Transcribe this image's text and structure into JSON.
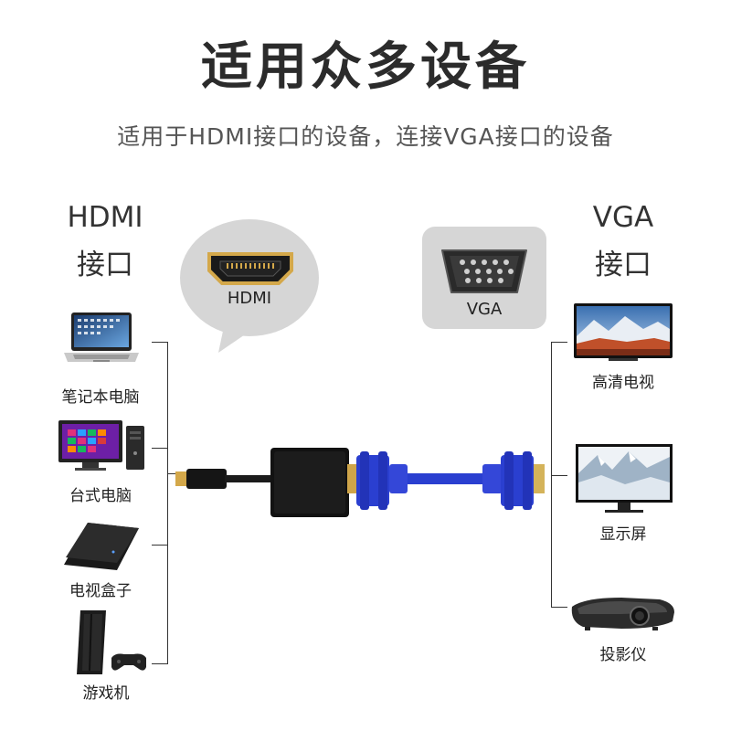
{
  "title": "适用众多设备",
  "subtitle": "适用于HDMI接口的设备，连接VGA接口的设备",
  "left_heading": {
    "line1": "HDMI",
    "line2": "接口"
  },
  "right_heading": {
    "line1": "VGA",
    "line2": "接口"
  },
  "hdmi_bubble_label": "HDMI",
  "vga_bubble_label": "VGA",
  "left_devices": [
    {
      "label": "笔记本电脑",
      "icon": "laptop-icon"
    },
    {
      "label": "台式电脑",
      "icon": "desktop-computer-icon"
    },
    {
      "label": "电视盒子",
      "icon": "tv-box-icon"
    },
    {
      "label": "游戏机",
      "icon": "game-console-icon"
    }
  ],
  "right_devices": [
    {
      "label": "高清电视",
      "icon": "hd-tv-icon"
    },
    {
      "label": "显示屏",
      "icon": "monitor-icon"
    },
    {
      "label": "投影仪",
      "icon": "projector-icon"
    }
  ],
  "colors": {
    "vga_blue": "#2a3fd0",
    "hdmi_gold": "#d4a84a",
    "bubble_gray": "#d6d6d6"
  }
}
